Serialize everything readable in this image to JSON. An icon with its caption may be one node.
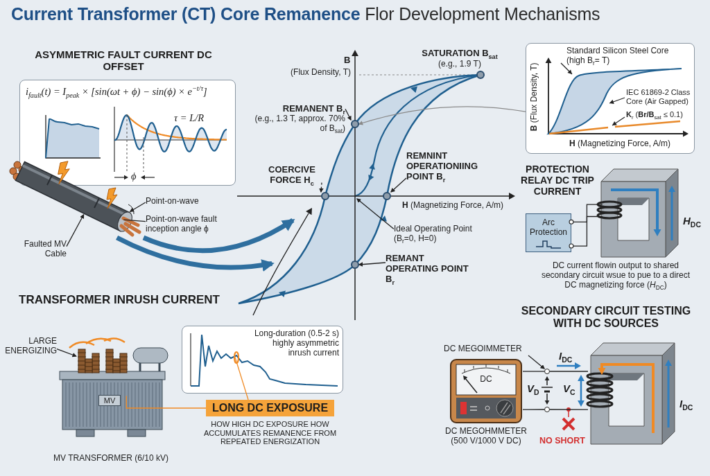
{
  "diagram": {
    "title": "**Current Transformer (CT) Core Remanence** Flor Development Mechanisms",
    "nodes": [
      {
        "text": [
          "i$_{fault}$(t) = I$_{peak}$ × [sin(ωt + ϕ) − sin(ϕ) × e$^{−t/τ}$]",
          "τ = L/R",
          "ϕ"
        ]
      },
      {
        "text": [],
        "shape": "picture"
      },
      {
        "text": [
          "Faulted MV Cable"
        ]
      },
      {
        "text": [
          "Point-on-wave"
        ]
      },
      {
        "text": [
          "Point-on-wave fault inception angle ϕ"
        ]
      },
      {
        "text": [],
        "shape": "picture"
      },
      {
        "text": [],
        "shape": "circle",
        "in": 5,
        "beside": [
          "SATURATION B$_{sat}$",
          "(e.g., 1.9 T)"
        ]
      },
      {
        "text": [],
        "shape": "circle",
        "in": 5
      },
      {
        "text": [],
        "shape": "circle",
        "in": 5
      },
      {
        "text": [],
        "shape": "circle",
        "in": 5
      },
      {
        "text": [],
        "shape": "circle",
        "in": 5
      },
      {
        "text": [
          "REMANENT B$_{r}$",
          "(e.g., 1.3 T, approx. 70% of B$_{sat}$)"
        ],
        "in": 5
      },
      {
        "text": [
          "COERCIVE FORCE H$_{c}$"
        ],
        "in": 5
      },
      {
        "text": [
          "REMNINT OPERATIONIING POINT B$_{r}$"
        ],
        "in": 5
      },
      {
        "text": [
          "Ideal Operating Point",
          "(B$_{r}$=0, H=0)"
        ],
        "in": 5
      },
      {
        "text": [
          "REMANT OPERATING POINT B$_{r}$"
        ],
        "in": 5
      },
      {
        "text": [
          "Standard Silicon Steel Core (high B$_{r}$= T)",
          "IEC 61869-2 Class Core (Air Gapped)",
          "**K**$_{r}$ (**Br/B**$_{sat}$ ≤ 0.1)",
          "**B** (Flux Density, T)",
          "**H** (Magnetizing Force, A/m)"
        ]
      },
      {
        "text": [
          "Arc Protection"
        ]
      },
      {
        "text": [],
        "shape": "picture"
      },
      {
        "text": [
          "DC"
        ],
        "beside": [
          "DC MEGOHMMETER (500 V/1000 V DC)"
        ]
      },
      {
        "text": [],
        "shape": "picture"
      },
      {
        "text": [
          "MV"
        ],
        "beside": [
          "MV TRANSFORMER (6/10 kV)"
        ]
      },
      {
        "text": [
          "LARGE ENERGIZING"
        ]
      },
      {
        "text": [
          "Long-duration (0.5-2 s) highly asymmetric inrush current"
        ]
      },
      {
        "text": [
          "LONG DC EXPOSURE"
        ],
        "beside": [
          "HOW HIGH DC EXPOSURE HOW ACCUMULATES REMANENCE FROM REPEATED ENERGIZATION"
        ]
      },
      {
        "text": [
          "DC MEGOIMMETER"
        ]
      },
      {
        "text": [],
        "shape": "circle"
      },
      {
        "text": [],
        "shape": "circle"
      }
    ],
    "edges": [
      {
        "from": 2,
        "to": 1,
        "arrow": "to"
      },
      {
        "from": 3,
        "to": 1,
        "arrow": "to"
      },
      {
        "from": 4,
        "to": 1,
        "arrow": "none"
      },
      {
        "from": 1,
        "to": 5,
        "arrow": "to",
        "style": "thick",
        "color": "#2f6f9f"
      },
      {
        "from": 1,
        "to": 5,
        "arrow": "to",
        "style": "thick",
        "color": "#2f6f9f"
      },
      {
        "from": 11,
        "to": 7,
        "arrow": "to"
      },
      {
        "from": 12,
        "to": 8,
        "arrow": "to",
        "style": "dashed"
      },
      {
        "from": 13,
        "to": 9,
        "arrow": "to"
      },
      {
        "from": 14,
        "to": null,
        "arrow": "to"
      },
      {
        "from": 15,
        "to": 10,
        "arrow": "to"
      },
      {
        "from": 16,
        "to": 7,
        "arrow": "to",
        "color": "#8a8a8a"
      },
      {
        "from": 17,
        "to": 18,
        "arrow": "other"
      },
      {
        "from": 17,
        "to": 18,
        "arrow": "other"
      },
      {
        "from": 22,
        "to": 21,
        "arrow": "to"
      },
      {
        "from": 21,
        "to": 24,
        "arrow": "none",
        "color": "#f08a24"
      },
      {
        "from": 23,
        "to": 24,
        "arrow": "none",
        "color": "#f08a24"
      },
      {
        "from": 19,
        "to": 26,
        "arrow": "none"
      },
      {
        "from": 26,
        "to": 20,
        "arrow": "none"
      },
      {
        "from": 19,
        "to": 27,
        "arrow": "none"
      },
      {
        "from": 27,
        "to": 20,
        "arrow": "none"
      },
      {
        "from": 25,
        "to": 26,
        "arrow": "to"
      }
    ],
    "labels": [
      "ASYMMETRIC FAULT CURRENT DC OFFSET",
      "B",
      "(Flux Density, T)",
      "**H** (Magnetizing Force, A/m)",
      "PROTECTION RELAY DC TRIP CURRENT",
      "*H*$_{DC}$",
      "DC current flowin output to shared secondary circuit wsue to pue to a direct DC magnetizing force (*H*$_{DC}$)",
      "TRANSFORMER INRUSH CURRENT",
      "SECONDARY CIRCUIT TESTING WITH DC SOURCES",
      "*I*$_{DC}$",
      "*V*$_{D}$",
      "*V*$_{C}$",
      "*I*$_{DC}$",
      "NO SHORT"
    ]
  }
}
